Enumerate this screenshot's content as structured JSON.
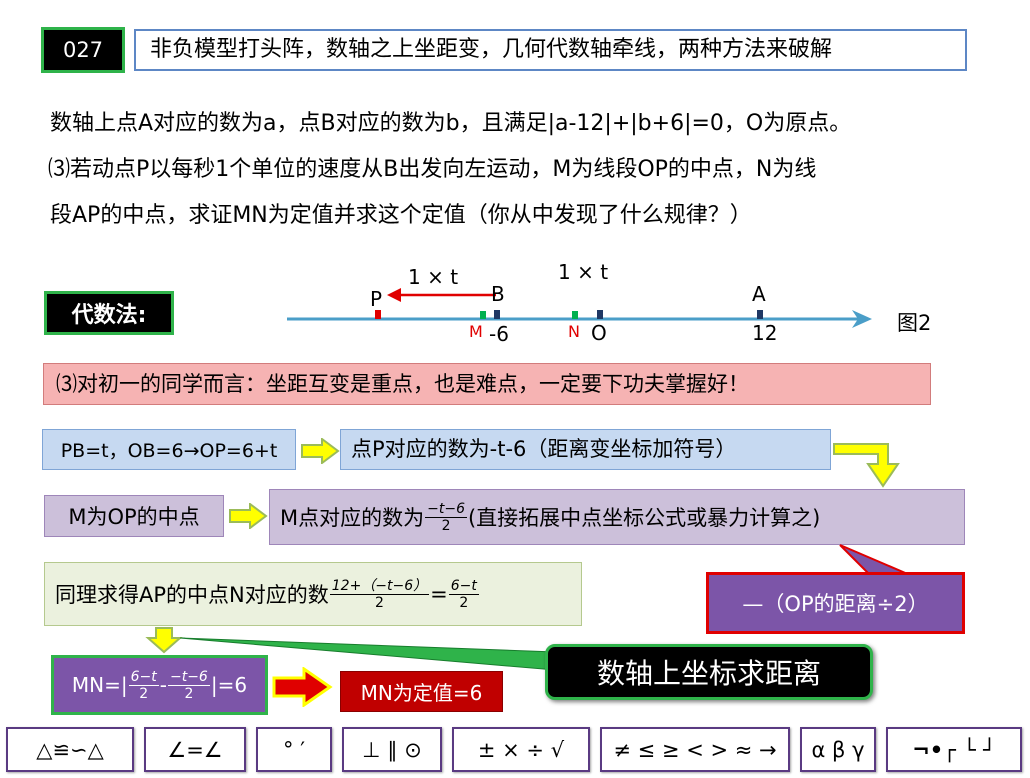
{
  "header": {
    "number": "027",
    "title": "非负模型打头阵，数轴之上坐距变，几何代数轴牵线，两种方法来破解"
  },
  "problem": {
    "line1": "数轴上点A对应的数为a，点B对应的数为b，且满足|a-12|+|b+6|=0，O为原点。",
    "line2": "⑶若动点P以每秒1个单位的速度从B出发向左运动，M为线段OP的中点，N为线",
    "line3": "段AP的中点，求证MN为定值并求这个定值（你从中发现了什么规律？）"
  },
  "method_label": "代数法:",
  "number_line": {
    "speed_p": "1 × t",
    "speed_o": "1 × t",
    "point_p": "P",
    "point_b": "B",
    "point_a": "A",
    "point_m": "M",
    "point_n": "N",
    "point_o": "O",
    "val_b": "-6",
    "val_a": "12",
    "figure_label": "图2"
  },
  "tip": "⑶对初一的同学而言：坐距互变是重点，也是难点，一定要下功夫掌握好！",
  "steps": {
    "s1": "PB=t，OB=6→OP=6+t",
    "s2": "点P对应的数为-t-6（距离变坐标加符号）",
    "s3": "M为OP的中点",
    "s4_prefix": "M点对应的数为",
    "s4_num": "−t−6",
    "s4_den": "2",
    "s4_suffix": "(直接拓展中点坐标公式或暴力计算之)",
    "s5_prefix": "同理求得AP的中点N对应的数",
    "s5_num1": "12+（−t−6）",
    "s5_den1": "2",
    "s5_eq": "=",
    "s5_num2": "6−t",
    "s5_den2": "2",
    "callout_purple": "—（OP的距离÷2）",
    "mn_prefix": "MN=|",
    "mn_num1": "6−t",
    "mn_den1": "2",
    "mn_minus": "-",
    "mn_num2": "−t−6",
    "mn_den2": "2",
    "mn_suffix": "|=6",
    "result": "MN为定值=6",
    "callout_black": "数轴上坐标求距离"
  },
  "symbols": [
    "△≌∽△",
    "∠=∠",
    "° ′",
    "⊥ ∥ ⊙",
    "± × ÷ √",
    "≠ ≤ ≥ < > ≈ →",
    "α β γ",
    "¬•┌ └ ┘"
  ],
  "colors": {
    "red": "#e00000",
    "green": "#00b050",
    "navy": "#1f3864",
    "axis": "#4a9ec8",
    "purple_box": "#7c55a8",
    "red_box": "#c00000"
  }
}
